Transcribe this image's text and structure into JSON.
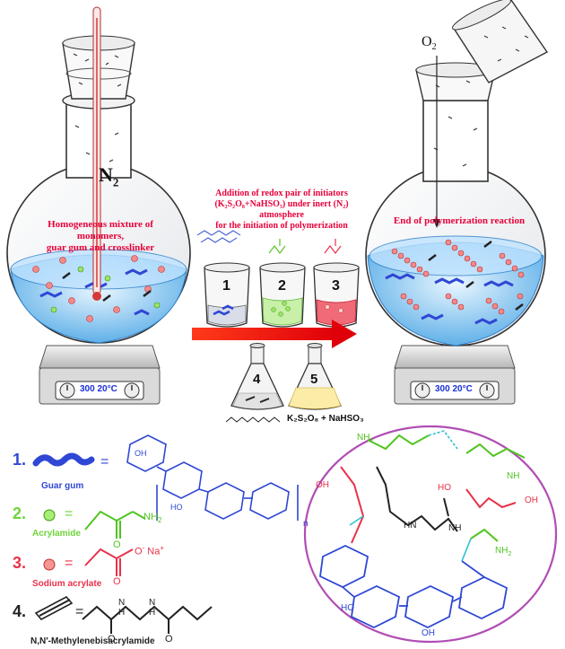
{
  "left_flask": {
    "gas_label": "N",
    "gas_sub": "2",
    "mixture_line1": "Homogeneous mixture of monomers,",
    "mixture_line2": "guar gum and crosslinker",
    "hotplate_temp": "300",
    "hotplate_set": "20°C"
  },
  "right_flask": {
    "gas_label": "O",
    "gas_sub": "2",
    "end_label": "End of polymerization reaction",
    "hotplate_temp": "300",
    "hotplate_set": "20°C"
  },
  "step_text": {
    "line1": "Addition of redox pair of initiators",
    "line2": "(K₂S₂O₈+NaHSO₃) under inert (N₂) atmosphere",
    "line3": "for the initiation of polymerization"
  },
  "beakers": [
    {
      "number": "1",
      "color": "#3a4fd6"
    },
    {
      "number": "2",
      "color": "#7ed957"
    },
    {
      "number": "3",
      "color": "#e8324a"
    }
  ],
  "flasks": [
    {
      "number": "4"
    },
    {
      "number": "5"
    }
  ],
  "initiator_label": "K₂S₂O₈ + NaHSO₃",
  "legend": [
    {
      "number": "1.",
      "name": "Guar gum",
      "color": "#2f47d4"
    },
    {
      "number": "2.",
      "name": "Acrylamide",
      "color": "#6fd43a"
    },
    {
      "number": "3.",
      "name": "Sodium acrylate",
      "color": "#e8324a"
    },
    {
      "number": "4.",
      "name": "N,N′-Methylenebisacrylamide",
      "color": "#222222"
    }
  ],
  "chem_labels": {
    "nh2": "NH",
    "nh2_sub": "2",
    "ona": "O",
    "ona_sup": "-",
    "na": " Na",
    "na_sup": "+",
    "o": "O",
    "oh": "OH",
    "ho": "HO",
    "h": "H",
    "n": "N",
    "nh": "NH",
    "hn": "HN",
    "n_sub": "n"
  }
}
